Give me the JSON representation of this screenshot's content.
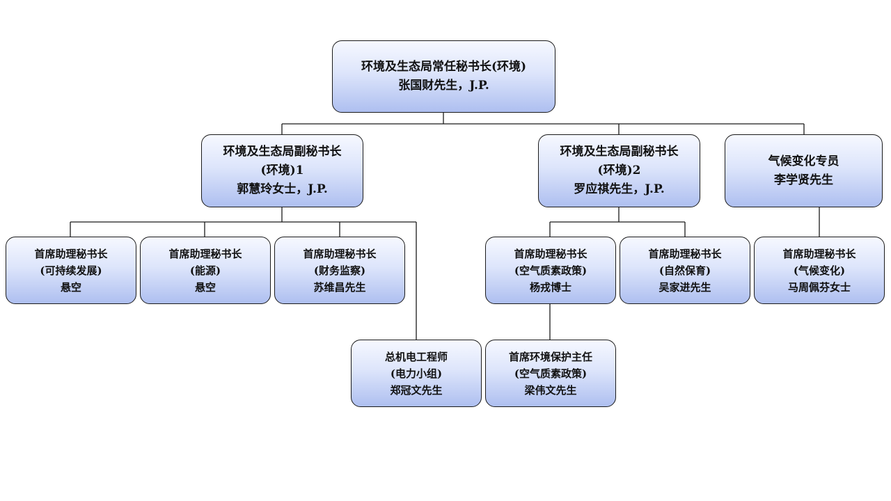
{
  "nodes": {
    "ps": {
      "title": "环境及生态局常任秘书长(环境)",
      "name": "张国财先生，J.P."
    },
    "dps1": {
      "title": "环境及生态局副秘书长",
      "title2": "(环境)1",
      "name": "郭慧玲女士，J.P."
    },
    "dps2": {
      "title": "环境及生态局副秘书长",
      "title2": "(环境)2",
      "name": "罗应祺先生，J.P."
    },
    "cc": {
      "title": "气候变化专员",
      "name": "李学贤先生"
    },
    "pas_sd": {
      "title": "首席助理秘书长",
      "sub": "(可持续发展)",
      "name": "悬空"
    },
    "pas_en": {
      "title": "首席助理秘书长",
      "sub": "(能源)",
      "name": "悬空"
    },
    "pas_fm": {
      "title": "首席助理秘书长",
      "sub": "(财务监察)",
      "name": "苏维昌先生"
    },
    "pas_aq": {
      "title": "首席助理秘书长",
      "sub": "(空气质素政策)",
      "name": "杨戎博士"
    },
    "pas_nc": {
      "title": "首席助理秘书长",
      "sub": "(自然保育)",
      "name": "吴家进先生"
    },
    "pas_cc": {
      "title": "首席助理秘书长",
      "sub": "(气候变化)",
      "name": "马周佩芬女士"
    },
    "cee": {
      "title": "总机电工程师",
      "sub": "(电力小组)",
      "name": "郑冠文先生"
    },
    "pepo": {
      "title": "首席环境保护主任",
      "sub": "(空气质素政策)",
      "name": "梁伟文先生"
    }
  },
  "colors": {
    "box_top": "#f6f8ff",
    "box_bottom": "#aebff0",
    "line": "#1a1a1a"
  }
}
